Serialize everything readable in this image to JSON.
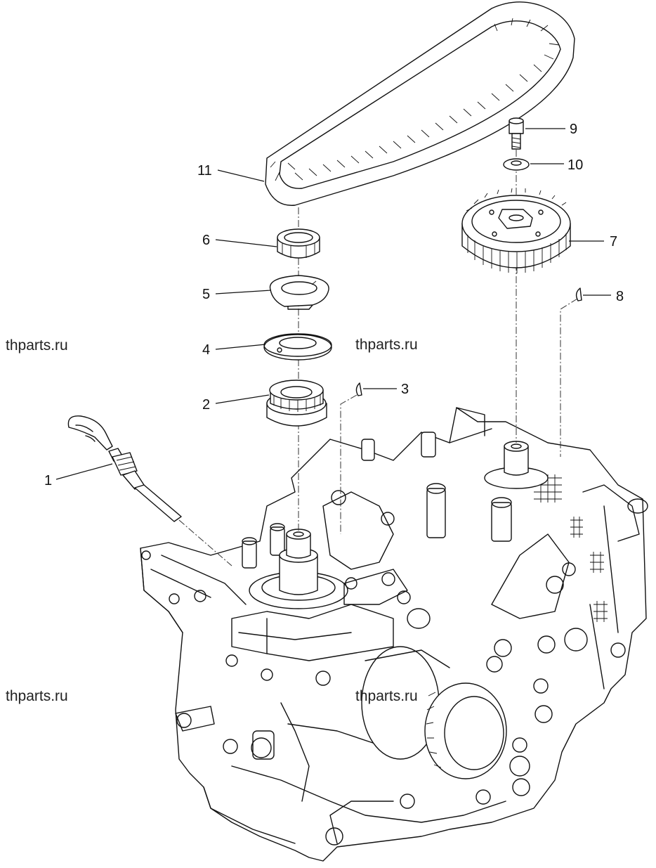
{
  "callouts": [
    "1",
    "2",
    "3",
    "4",
    "5",
    "6",
    "7",
    "8",
    "9",
    "10",
    "11"
  ],
  "watermarks": [
    "thparts.ru",
    "thparts.ru",
    "thparts.ru",
    "thparts.ru"
  ]
}
